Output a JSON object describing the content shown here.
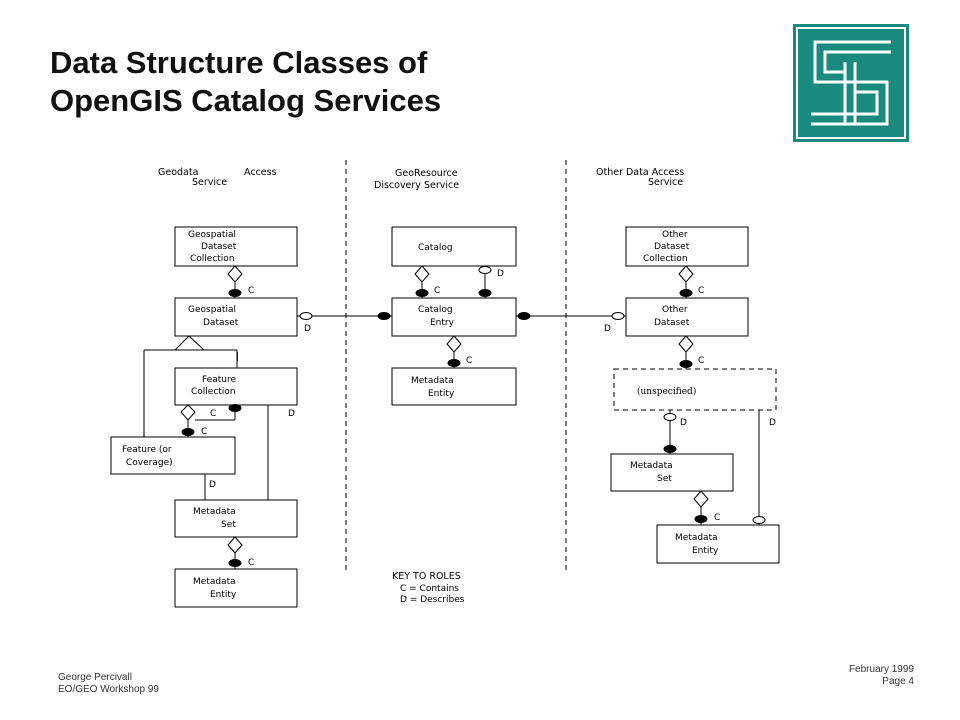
{
  "title": {
    "line1": "Data Structure Classes of",
    "line2": "OpenGIS Catalog Services"
  },
  "footer": {
    "author": "George Percivall",
    "event": "EO/GEO Workshop 99",
    "date": "February 1999",
    "page": "Page  4"
  },
  "logo": {
    "name": "stg-logo",
    "color": "#1a8a7e"
  },
  "columns": {
    "left_header": [
      "Geodata",
      "Access",
      "Service"
    ],
    "middle_header": [
      "GeoResource",
      "Discovery Service"
    ],
    "right_header": [
      "Other Data Access",
      "Service"
    ]
  },
  "boxes": {
    "geo_collection": [
      "Geospatial",
      "Dataset",
      "Collection"
    ],
    "geo_dataset": [
      "Geospatial",
      "Dataset"
    ],
    "feature_collection": [
      "Feature",
      "Collection"
    ],
    "feature_coverage": [
      "Feature (or",
      "Coverage)"
    ],
    "left_meta_set": [
      "Metadata",
      "Set"
    ],
    "left_meta_entity": [
      "Metadata",
      "Entity"
    ],
    "catalog": [
      "Catalog"
    ],
    "catalog_entry": [
      "Catalog",
      "Entry"
    ],
    "mid_meta_entity": [
      "Metadata",
      "Entity"
    ],
    "other_collection": [
      "Other",
      "Dataset",
      "Collection"
    ],
    "other_dataset": [
      "Other",
      "Dataset"
    ],
    "unspecified": [
      "(unspecified)"
    ],
    "right_meta_set": [
      "Metadata",
      "Set"
    ],
    "right_meta_entity": [
      "Metadata",
      "Entity"
    ]
  },
  "roles": {
    "c": "C",
    "d": "D"
  },
  "key": {
    "title": "KEY TO ROLES",
    "c_line": "C = Contains",
    "d_line": "D = Describes"
  }
}
